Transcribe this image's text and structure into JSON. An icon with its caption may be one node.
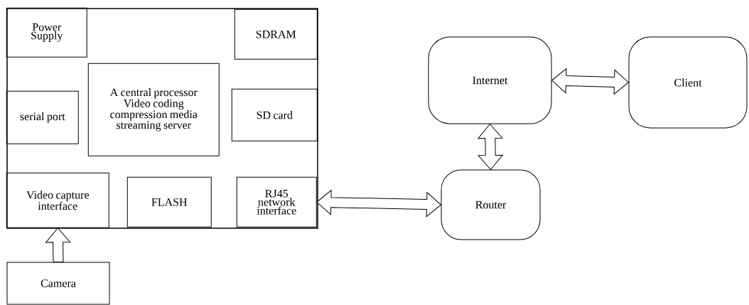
{
  "diagram": {
    "nodes": [
      {
        "text": [],
        "shape": "box"
      },
      {
        "text": [
          "Power Supply"
        ],
        "in": 0
      },
      {
        "text": [
          "SDRAM"
        ],
        "in": 0
      },
      {
        "text": [
          "A central processor Video coding compression media streaming server"
        ],
        "in": 0
      },
      {
        "text": [
          "serial port"
        ],
        "in": 0
      },
      {
        "text": [
          "SD card"
        ],
        "in": 0
      },
      {
        "text": [
          "Video capture interface"
        ],
        "in": 0
      },
      {
        "text": [
          "FLASH"
        ],
        "in": 0
      },
      {
        "text": [
          "RJ45 network interface"
        ],
        "in": 0
      },
      {
        "text": [
          "Camera"
        ]
      },
      {
        "text": [
          "Internet"
        ]
      },
      {
        "text": [
          "Client"
        ]
      },
      {
        "text": [
          "Router"
        ]
      }
    ],
    "edges": [
      {
        "from": 9,
        "to": 6,
        "arrow": "to"
      },
      {
        "from": 8,
        "to": 12,
        "arrow": "both"
      },
      {
        "from": 10,
        "to": 11,
        "arrow": "both"
      },
      {
        "from": 10,
        "to": 12,
        "arrow": "both"
      }
    ]
  }
}
